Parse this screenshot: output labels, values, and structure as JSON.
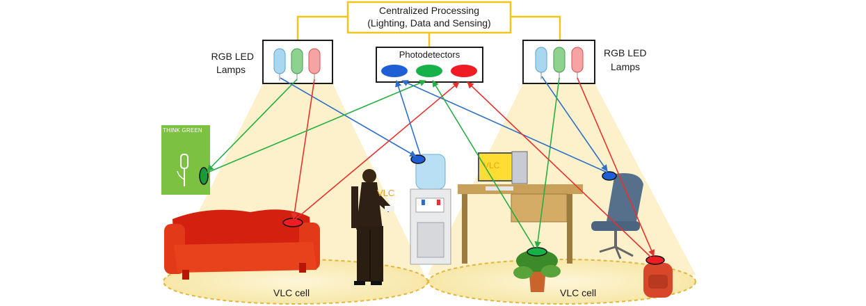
{
  "central": {
    "title": "Centralized Processing",
    "subtitle": "(Lighting, Data and Sensing)"
  },
  "left_lamps": {
    "line1": "RGB LED",
    "line2": "Lamps"
  },
  "right_lamps": {
    "line1": "RGB LED",
    "line2": "Lamps"
  },
  "photodetectors": {
    "label": "Photodetectors"
  },
  "poster": {
    "text": "THINK GREEN"
  },
  "person_vlc": "VLC",
  "monitor_vlc": "VLC",
  "cells": {
    "left": "VLC cell",
    "right": "VLC cell"
  },
  "colors": {
    "frame": "#f0c419",
    "red": "#e8312e",
    "green": "#27ad43",
    "blue": "#2f6fc8",
    "light_cone": "#fbefc2",
    "cell_fill": "#fbf0c6",
    "cell_border": "#e2b63a"
  }
}
